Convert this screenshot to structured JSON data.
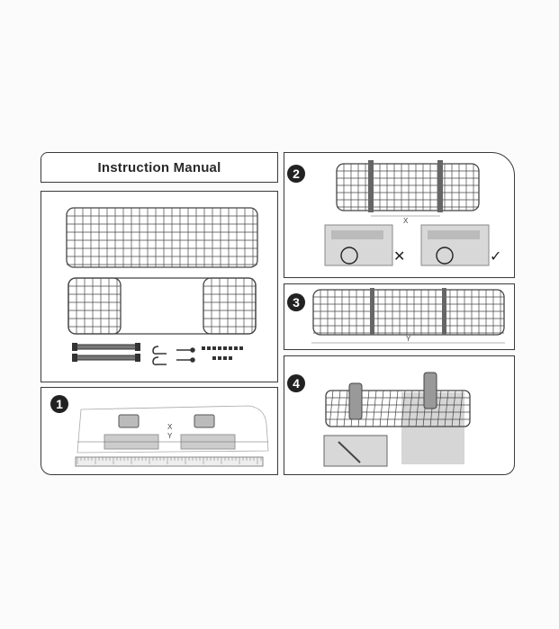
{
  "header": {
    "title": "Instruction Manual"
  },
  "steps": [
    {
      "number": "1",
      "measure_x": "X",
      "measure_y": "Y"
    },
    {
      "number": "2",
      "measure_x": "X",
      "wrong_mark": "✕",
      "right_mark": "✓"
    },
    {
      "number": "3",
      "measure_y": "Y"
    },
    {
      "number": "4"
    }
  ],
  "colors": {
    "ink": "#3a3a3a",
    "photo_bg": "#d8d8d8",
    "grid": "#444444"
  }
}
